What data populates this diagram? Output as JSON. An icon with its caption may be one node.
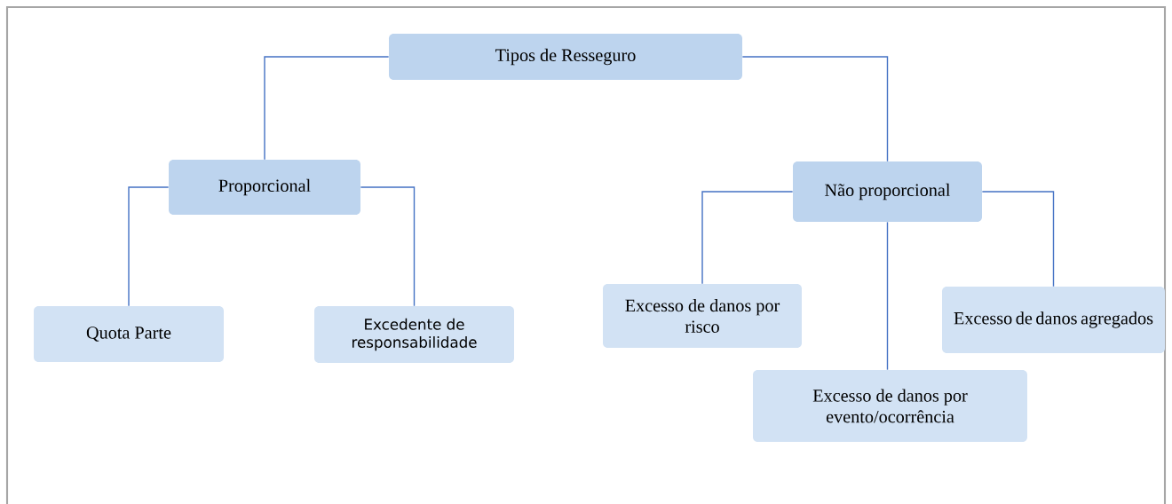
{
  "diagram": {
    "nodes": [
      {
        "text": [
          "Tipos de Resseguro"
        ]
      },
      {
        "text": [
          "Proporcional"
        ]
      },
      {
        "text": [
          "Não proporcional"
        ]
      },
      {
        "text": [
          "Quota Parte"
        ]
      },
      {
        "text": [
          "Excedente de responsabilidade"
        ]
      },
      {
        "text": [
          "Excesso de danos por risco"
        ]
      },
      {
        "text": [
          "Excesso de danos por evento/ocorrência"
        ]
      },
      {
        "text": [
          "Excesso de danos agregados"
        ]
      }
    ],
    "edges": [
      {
        "from": 0,
        "to": 1,
        "arrow": "none"
      },
      {
        "from": 0,
        "to": 2,
        "arrow": "none"
      },
      {
        "from": 1,
        "to": 3,
        "arrow": "none"
      },
      {
        "from": 1,
        "to": 4,
        "arrow": "none"
      },
      {
        "from": 2,
        "to": 5,
        "arrow": "none"
      },
      {
        "from": 2,
        "to": 6,
        "arrow": "none"
      },
      {
        "from": 2,
        "to": 7,
        "arrow": "none"
      }
    ]
  }
}
